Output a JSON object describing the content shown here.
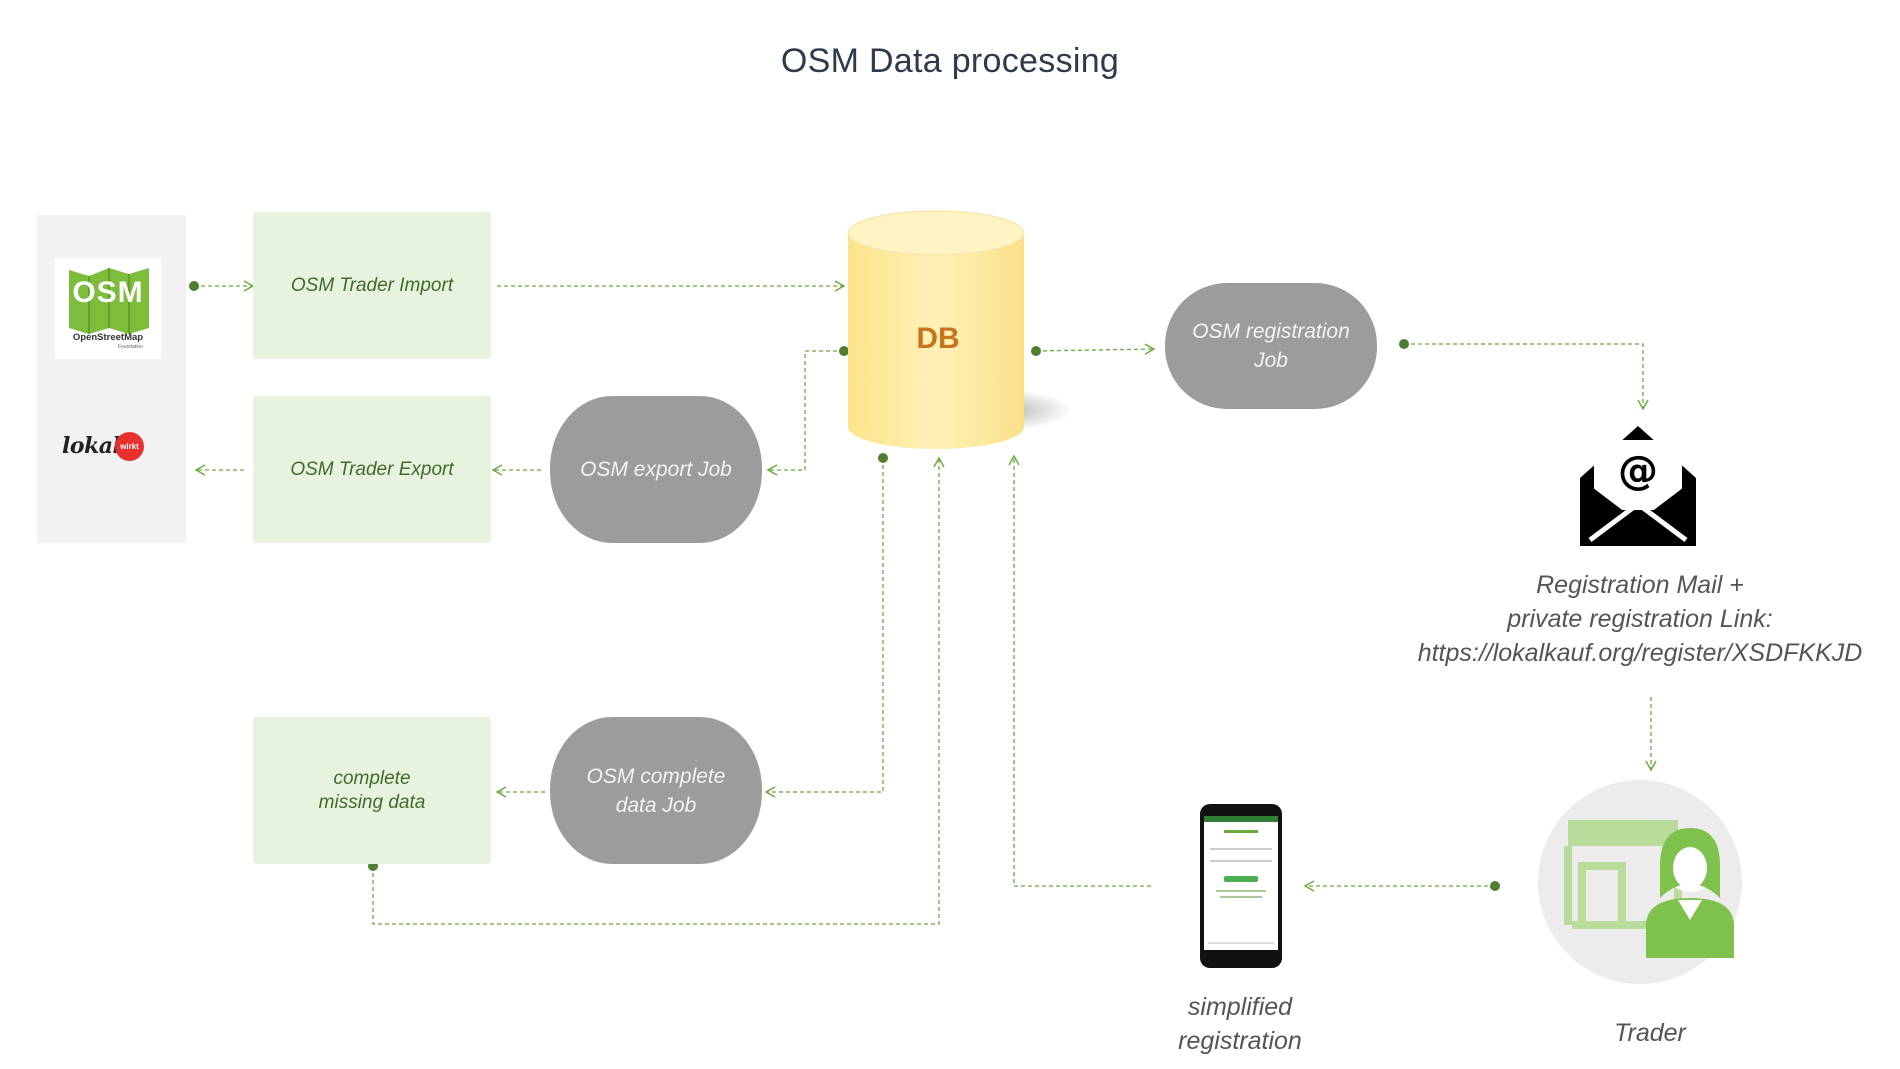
{
  "title": "OSM Data processing",
  "logos": {
    "osm": {
      "word": "OSM",
      "name": "OpenStreetMap",
      "subname": "Foundation"
    },
    "lokal": {
      "word": "lokal",
      "badge": "wirkt"
    }
  },
  "nodes": {
    "osm_trader_import": "OSM Trader Import",
    "osm_trader_export": "OSM Trader Export",
    "complete_missing_data": "complete\nmissing data",
    "osm_export_job": "OSM export Job",
    "osm_complete_data_job": "OSM complete\ndata Job",
    "db": "DB",
    "osm_registration_job": "OSM registration\nJob"
  },
  "captions": {
    "registration_mail": "Registration Mail +\nprivate registration Link:\nhttps://lokalkauf.org/register/XSDFKKJD",
    "simplified_registration": "simplified\nregistration",
    "trader": "Trader"
  },
  "colors": {
    "accent_green": "#6aaa3a",
    "edge_green": "#5b8f3a",
    "box_fill": "#e8f3df",
    "job_fill": "#9c9c9c",
    "db_fill": "#fde79a",
    "db_text": "#c8731e"
  },
  "icons": [
    "envelope-at-icon",
    "smartphone-icon",
    "storefront-icon",
    "trader-person-icon",
    "osm-logo",
    "lokal-wirkt-logo"
  ]
}
